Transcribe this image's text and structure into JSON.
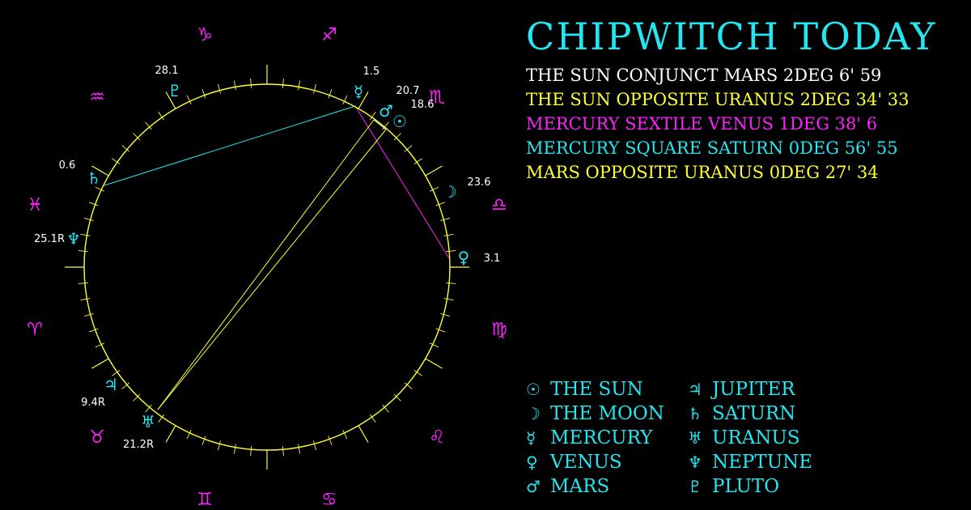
{
  "title": "CHIPWITCH TODAY",
  "colors": {
    "circle": "#ffff33",
    "zodiac": "#ff22ff",
    "planet": "#23e6f0",
    "degree": "#ffffff",
    "white": "#ffffff",
    "yellow": "#ffff33",
    "magenta": "#ff22ff",
    "cyan": "#23e6f0"
  },
  "zodiac_signs": [
    {
      "name": "sagittarius",
      "glyph": "♐"
    },
    {
      "name": "scorpio",
      "glyph": "♏"
    },
    {
      "name": "libra",
      "glyph": "♎"
    },
    {
      "name": "virgo",
      "glyph": "♍"
    },
    {
      "name": "leo",
      "glyph": "♌"
    },
    {
      "name": "cancer",
      "glyph": "♋"
    },
    {
      "name": "gemini",
      "glyph": "♊"
    },
    {
      "name": "taurus",
      "glyph": "♉"
    },
    {
      "name": "aries",
      "glyph": "♈"
    },
    {
      "name": "pisces",
      "glyph": "♓"
    },
    {
      "name": "aquarius",
      "glyph": "♒"
    },
    {
      "name": "capricorn",
      "glyph": "♑"
    }
  ],
  "planets": [
    {
      "name": "mercury",
      "glyph": "☿",
      "degree_label": "1.5"
    },
    {
      "name": "mars",
      "glyph": "♂",
      "degree_label": "20.7"
    },
    {
      "name": "sun",
      "glyph": "☉",
      "degree_label": "18.6"
    },
    {
      "name": "moon",
      "glyph": "☽",
      "degree_label": "23.6"
    },
    {
      "name": "venus",
      "glyph": "♀",
      "degree_label": "3.1"
    },
    {
      "name": "uranus",
      "glyph": "♅",
      "degree_label": "21.2R"
    },
    {
      "name": "jupiter",
      "glyph": "♃",
      "degree_label": "9.4R"
    },
    {
      "name": "neptune",
      "glyph": "♆",
      "degree_label": "25.1R"
    },
    {
      "name": "saturn",
      "glyph": "♄",
      "degree_label": "0.6"
    },
    {
      "name": "pluto",
      "glyph": "♇",
      "degree_label": "28.1"
    }
  ],
  "aspect_lines": [
    {
      "from": "mercury",
      "to": "saturn",
      "color": "#23e6f0"
    },
    {
      "from": "mercury",
      "to": "venus",
      "color": "#ff22ff"
    },
    {
      "from": "sun",
      "to": "uranus",
      "color": "#ffff33"
    },
    {
      "from": "mars",
      "to": "uranus",
      "color": "#ffff33"
    },
    {
      "from": "sun",
      "to": "mars",
      "color": "#ffffff"
    }
  ],
  "aspects": [
    {
      "text": "THE SUN CONJUNCT MARS 2DEG 6' 59",
      "color": "#ffffff"
    },
    {
      "text": "THE SUN OPPOSITE URANUS 2DEG 34' 33",
      "color": "#ffff33"
    },
    {
      "text": "MERCURY SEXTILE VENUS 1DEG 38' 6",
      "color": "#ff22ff"
    },
    {
      "text": "MERCURY SQUARE SATURN 0DEG 56' 55",
      "color": "#23e6f0"
    },
    {
      "text": "MARS OPPOSITE URANUS 0DEG 27' 34",
      "color": "#ffff33"
    }
  ],
  "legend": [
    {
      "glyph": "☉",
      "label": "THE SUN"
    },
    {
      "glyph": "♃",
      "label": "JUPITER"
    },
    {
      "glyph": "☽",
      "label": "THE MOON"
    },
    {
      "glyph": "♄",
      "label": "SATURN"
    },
    {
      "glyph": "☿",
      "label": "MERCURY"
    },
    {
      "glyph": "♅",
      "label": "URANUS"
    },
    {
      "glyph": "♀",
      "label": "VENUS"
    },
    {
      "glyph": "♆",
      "label": "NEPTUNE"
    },
    {
      "glyph": "♂",
      "label": "MARS"
    },
    {
      "glyph": "♇",
      "label": "PLUTO"
    }
  ]
}
